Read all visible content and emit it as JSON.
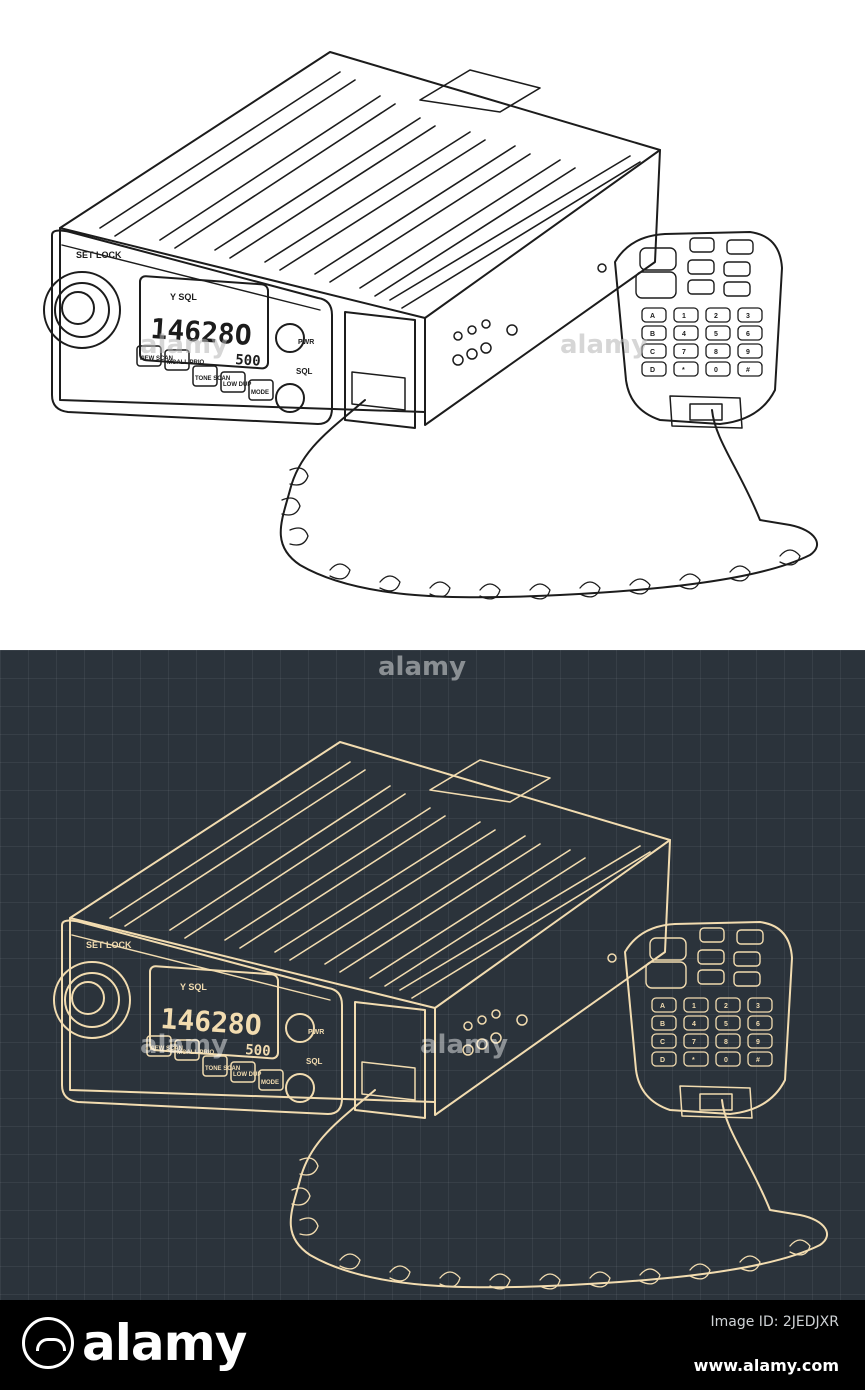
{
  "colors": {
    "light_background": "#ffffff",
    "light_line": "#1c1c1c",
    "dark_background": "#2b333b",
    "dark_line": "#f2dcb0",
    "footer_background": "#000000"
  },
  "radio": {
    "button_lock": "SET LOCK",
    "lcd_brand": "Y SQL",
    "lcd_frequency": "14628O",
    "lcd_channel": "500",
    "knob_label_sql": "SQL",
    "knob_label_pwr": "PWR",
    "buttons": [
      "VIEW SCAN",
      "MCALL PRIO",
      "TONE SCAN",
      "LOW DUP",
      "MODE"
    ]
  },
  "microphone": {
    "top_keys": [
      "",
      "",
      ""
    ],
    "keys": [
      "A",
      "1",
      "2",
      "3",
      "B",
      "4",
      "5",
      "6",
      "C",
      "7",
      "8",
      "9",
      "D",
      "*",
      "0",
      "#"
    ]
  },
  "watermark": {
    "text": "alamy"
  },
  "footer": {
    "logo": "alamy",
    "image_id": "Image ID: 2JEDJXR",
    "url": "www.alamy.com"
  }
}
